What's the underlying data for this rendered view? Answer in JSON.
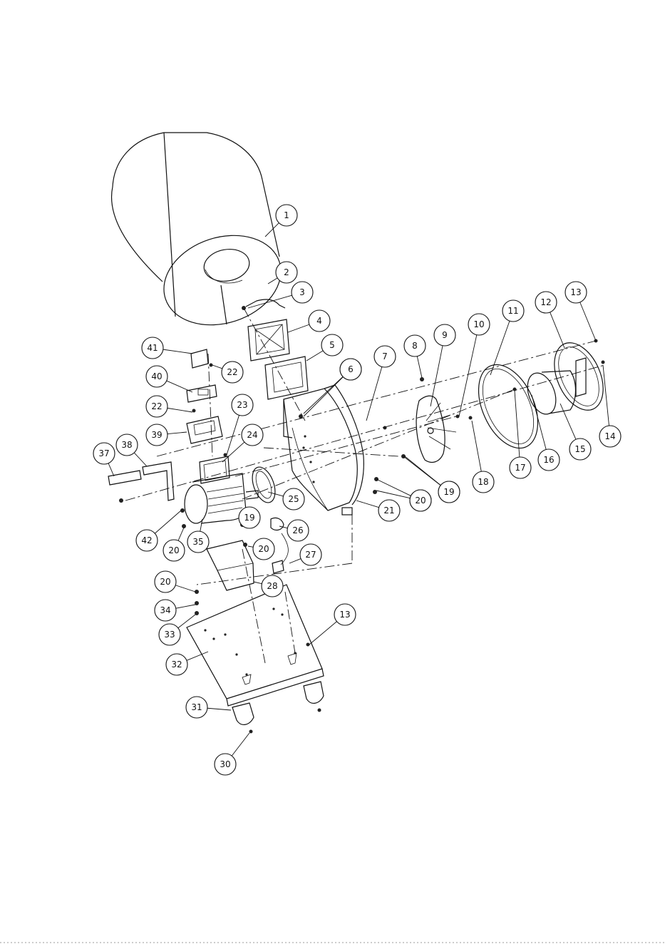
{
  "callouts": [
    {
      "n": "1"
    },
    {
      "n": "2"
    },
    {
      "n": "3"
    },
    {
      "n": "4"
    },
    {
      "n": "5"
    },
    {
      "n": "6"
    },
    {
      "n": "7"
    },
    {
      "n": "8"
    },
    {
      "n": "9"
    },
    {
      "n": "10"
    },
    {
      "n": "11"
    },
    {
      "n": "12"
    },
    {
      "n": "13"
    },
    {
      "n": "14"
    },
    {
      "n": "15"
    },
    {
      "n": "16"
    },
    {
      "n": "17"
    },
    {
      "n": "18"
    },
    {
      "n": "19"
    },
    {
      "n": "20"
    },
    {
      "n": "21"
    },
    {
      "n": "6"
    },
    {
      "n": "41"
    },
    {
      "n": "22"
    },
    {
      "n": "40"
    },
    {
      "n": "22"
    },
    {
      "n": "23"
    },
    {
      "n": "39"
    },
    {
      "n": "24"
    },
    {
      "n": "37"
    },
    {
      "n": "38"
    },
    {
      "n": "25"
    },
    {
      "n": "19"
    },
    {
      "n": "20"
    },
    {
      "n": "42"
    },
    {
      "n": "20"
    },
    {
      "n": "35"
    },
    {
      "n": "19"
    },
    {
      "n": "26"
    },
    {
      "n": "20"
    },
    {
      "n": "27"
    },
    {
      "n": "28"
    },
    {
      "n": "20"
    },
    {
      "n": "34"
    },
    {
      "n": "33"
    },
    {
      "n": "13"
    },
    {
      "n": "32"
    },
    {
      "n": "31"
    },
    {
      "n": "30"
    }
  ]
}
